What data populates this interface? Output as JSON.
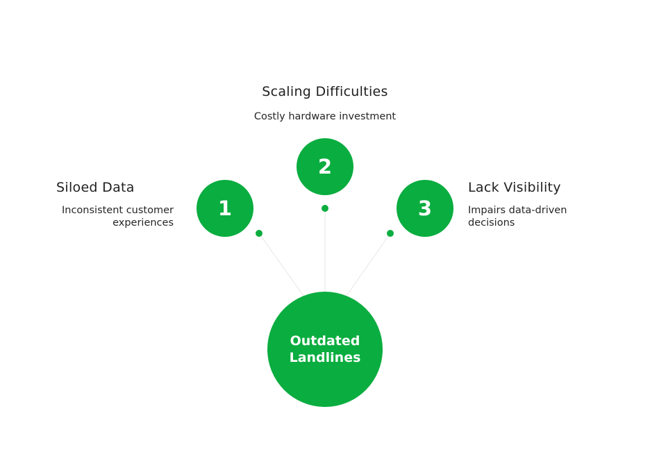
{
  "colors": {
    "accent": "#0aad3f",
    "connector": "#e6e6e6",
    "text": "#1f1f1f"
  },
  "center": {
    "label": "Outdated Landlines"
  },
  "items": [
    {
      "number": "1",
      "title": "Siloed Data",
      "description": "Inconsistent customer experiences"
    },
    {
      "number": "2",
      "title": "Scaling Difficulties",
      "description": "Costly hardware investment"
    },
    {
      "number": "3",
      "title": "Lack Visibility",
      "description": "Impairs data-driven decisions"
    }
  ]
}
